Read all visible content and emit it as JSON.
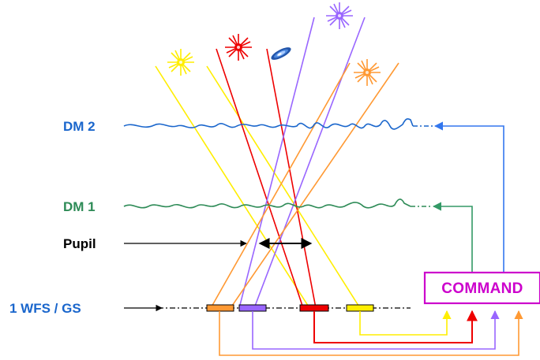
{
  "labels": {
    "dm2": "DM 2",
    "dm1": "DM 1",
    "pupil": "Pupil",
    "wfs": "1 WFS / GS",
    "command": "COMMAND"
  },
  "colors": {
    "dm2": "#1a66cc",
    "dm1": "#2e8b57",
    "command": "#cc00cc",
    "yellow": "#ffee00",
    "red": "#ee0000",
    "purple": "#9966ff",
    "orange": "#ff9933",
    "blue": "#3377ee",
    "green": "#339966"
  },
  "icons": {
    "stars": [
      "yellow-star-icon",
      "red-star-icon",
      "galaxy-icon",
      "purple-star-icon",
      "orange-star-icon"
    ]
  }
}
